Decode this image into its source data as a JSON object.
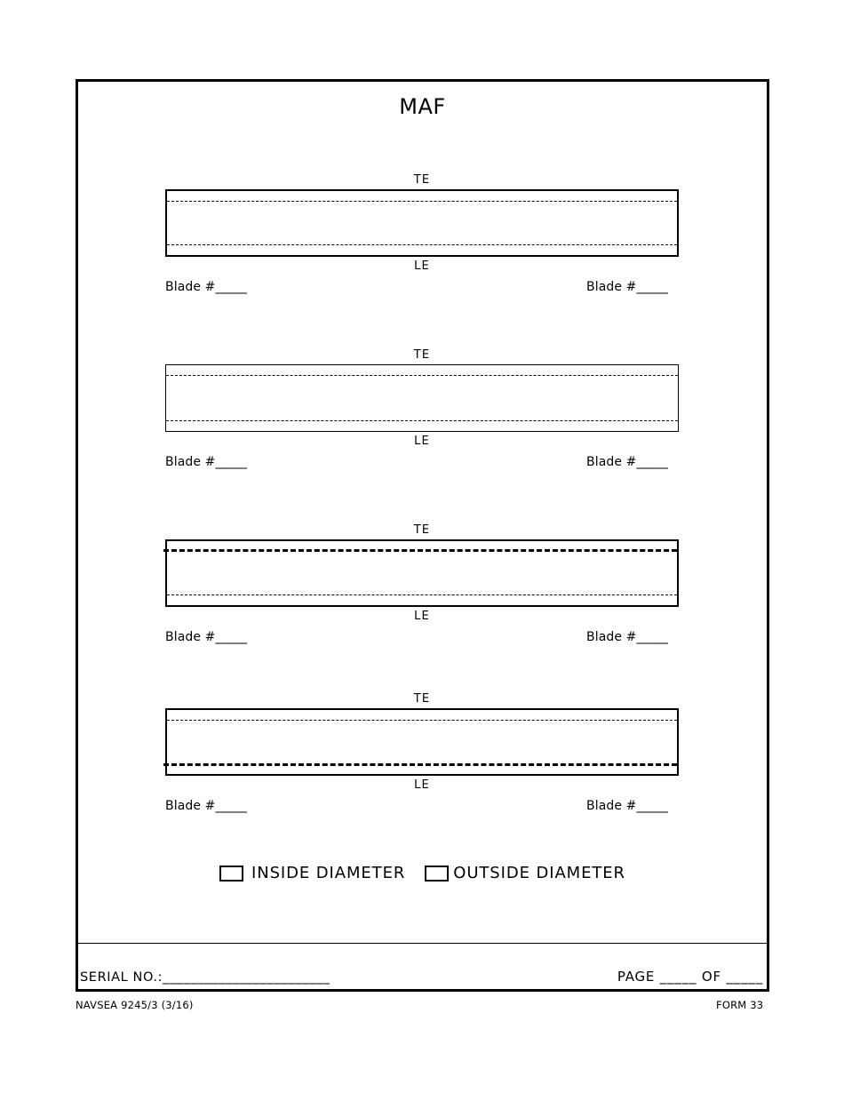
{
  "document": {
    "title": "MAF",
    "form_id_left": "NAVSEA 9245/3 (3/16)",
    "form_id_right": "FORM 33"
  },
  "blade_groups": [
    {
      "trailing_edge_label": "TE",
      "leading_edge_label": "LE",
      "blade_left_label": "Blade #_____",
      "blade_right_label": "Blade #_____"
    },
    {
      "trailing_edge_label": "TE",
      "leading_edge_label": "LE",
      "blade_left_label": "Blade #_____",
      "blade_right_label": "Blade #_____"
    },
    {
      "trailing_edge_label": "TE",
      "leading_edge_label": "LE",
      "blade_left_label": "Blade #_____",
      "blade_right_label": "Blade #_____"
    },
    {
      "trailing_edge_label": "TE",
      "leading_edge_label": "LE",
      "blade_left_label": "Blade #_____",
      "blade_right_label": "Blade #_____"
    }
  ],
  "diameter_options": {
    "inside_label": "INSIDE DIAMETER",
    "outside_label": "OUTSIDE DIAMETER",
    "inside_checked": false,
    "outside_checked": false
  },
  "footer": {
    "serial_label": "SERIAL NO.:",
    "serial_blank": "________________________",
    "page_label": "PAGE",
    "page_blank": "_____",
    "of_label": "OF",
    "of_blank": "_____"
  }
}
